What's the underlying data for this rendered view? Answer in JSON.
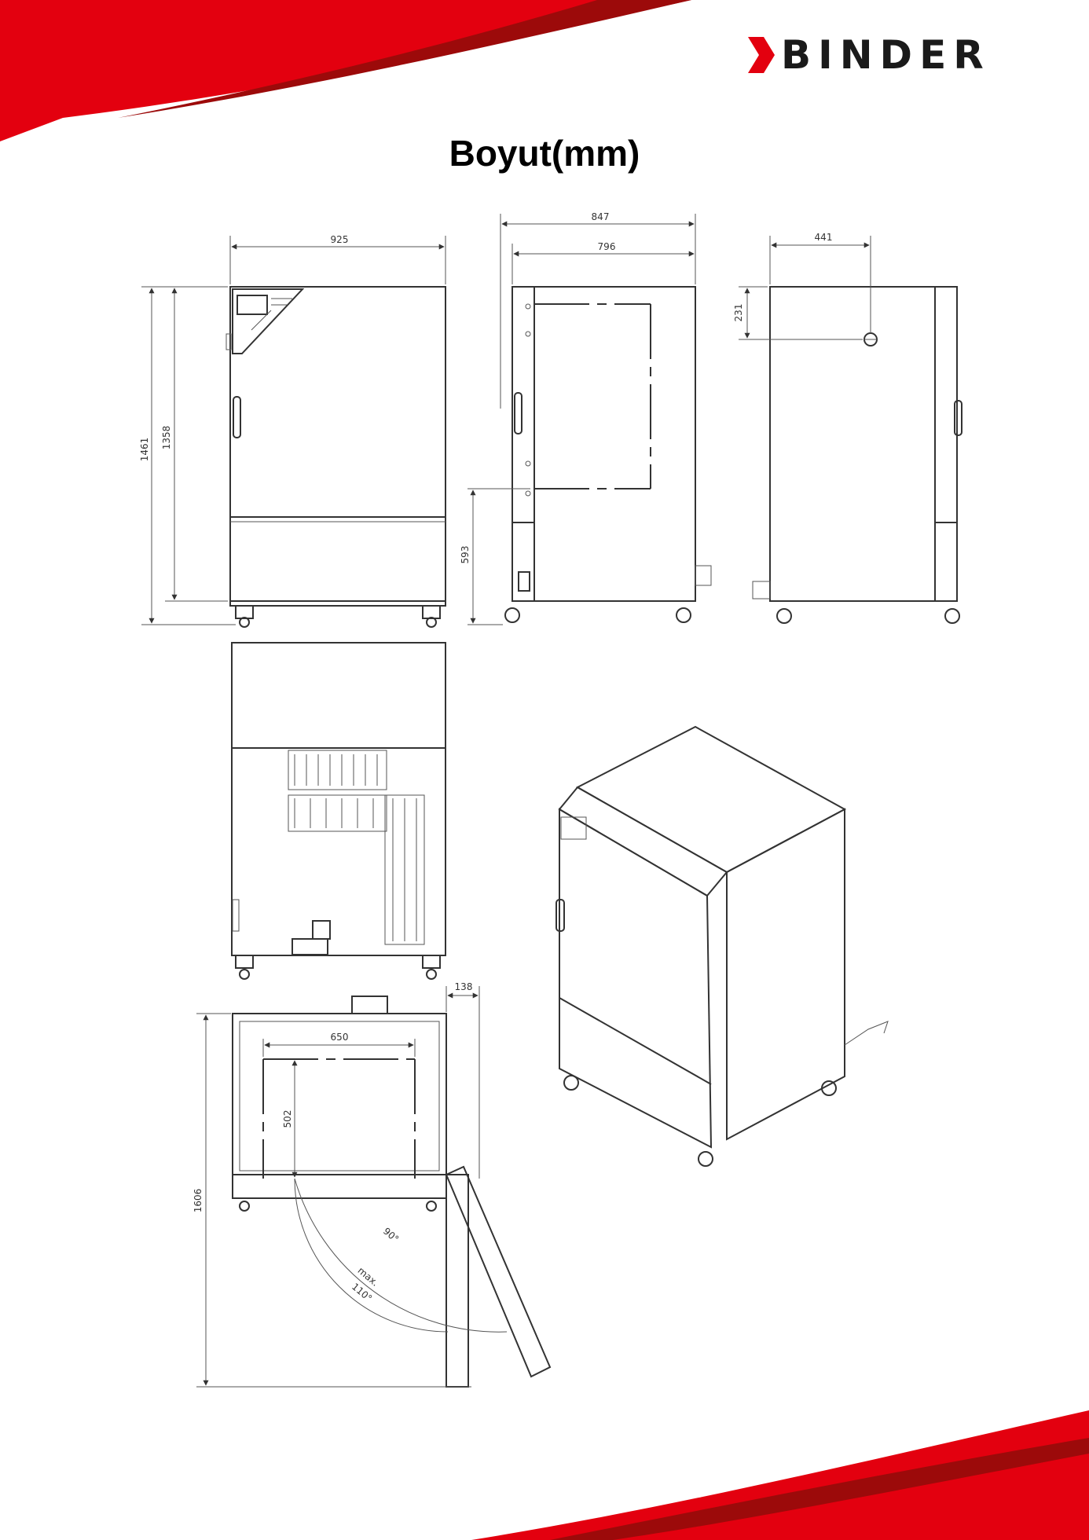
{
  "brand": {
    "name": "BINDER",
    "red": "#e3000f",
    "dark_red": "#9c0a0a"
  },
  "title": "Boyut(mm)",
  "dimensions": {
    "front_width": "925",
    "front_height_total": "1461",
    "front_height_body": "1358",
    "side_depth_total": "847",
    "side_depth_body": "796",
    "side_door_height": "593",
    "rear_offset_x": "441",
    "rear_offset_y": "231",
    "top_side_clearance": "138",
    "interior_width": "650",
    "interior_depth": "502",
    "top_depth_door_open": "1606",
    "door_angle_90": "90°",
    "door_angle_max_label": "max.",
    "door_angle_max": "110°"
  }
}
